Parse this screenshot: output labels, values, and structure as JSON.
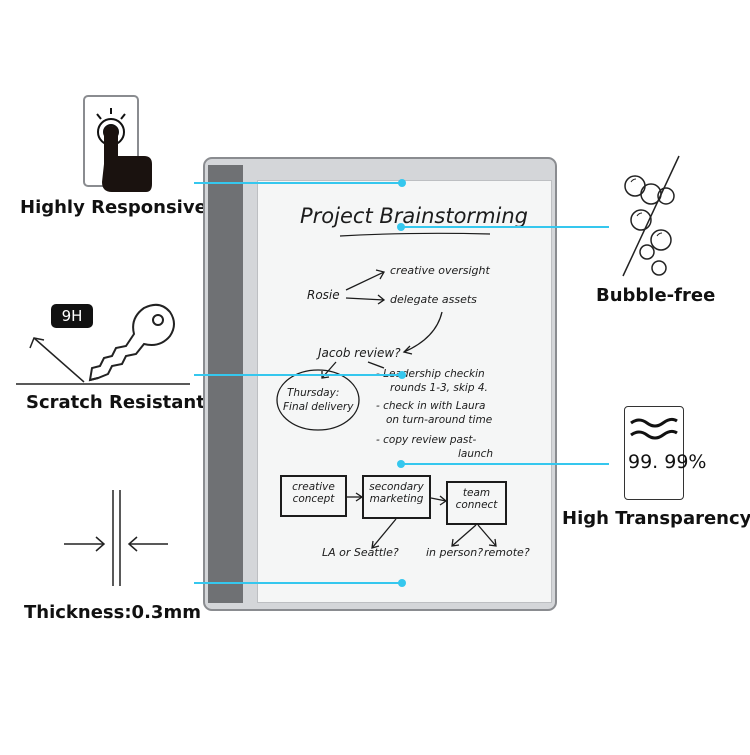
{
  "features": {
    "responsive": "Highly Responsive",
    "scratch": "Scratch Resistant",
    "thickness": "Thickness:0.3mm",
    "bubble": "Bubble-free",
    "transparency": "High Transparency"
  },
  "badge": "9H",
  "transparency_value": "99. 99%",
  "notes": {
    "title": "Project Brainstorming",
    "rosie": "Rosie",
    "creative_oversight": "creative oversight",
    "delegate_assets": "delegate assets",
    "jacob": "Jacob review?",
    "thursday_line1": "Thursday:",
    "thursday_line2": "Final delivery",
    "bullet1_line1": "- Leadership checkin",
    "bullet1_line2": "rounds 1-3, skip 4.",
    "bullet2_line1": "- check in with Laura",
    "bullet2_line2": "on turn-around time",
    "bullet3_line1": "- copy review past-",
    "bullet3_line2": "launch",
    "box1_line1": "creative",
    "box1_line2": "concept",
    "box2_line1": "secondary",
    "box2_line2": "marketing",
    "box3_line1": "team",
    "box3_line2": "connect",
    "la": "LA or Seattle?",
    "in_person": "in person?",
    "remote": "remote?"
  },
  "colors": {
    "accent": "#35c7ee",
    "bezel": "#6f7174",
    "frame": "#d4d6d9",
    "ink": "#1c1c1c"
  },
  "icons": [
    "touch-finger-icon",
    "key-icon",
    "bubbles-icon",
    "thickness-arrows-icon"
  ]
}
